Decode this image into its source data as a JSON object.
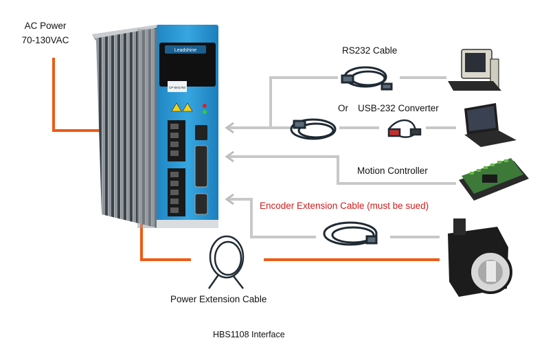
{
  "labels": {
    "ac_power_line1": "AC Power",
    "ac_power_line2": "70-130VAC",
    "rs232_cable": "RS232 Cable",
    "or": "Or",
    "usb_converter": "USB-232 Converter",
    "motion_controller": "Motion Controller",
    "encoder_cable": "Encoder Extension Cable (must be sued)",
    "power_cable": "Power Extension Cable",
    "caption": "HBS1108 Interface"
  },
  "device": {
    "brand": "Leadshine",
    "model_label": "CP-BH1750"
  },
  "colors": {
    "power_line": "#f05a14",
    "signal_line": "#c8c8c8",
    "signal_arrow": "#bdbdbd",
    "drive_blue": "#2b9bd6",
    "encoder_text": "#d21a1a"
  }
}
